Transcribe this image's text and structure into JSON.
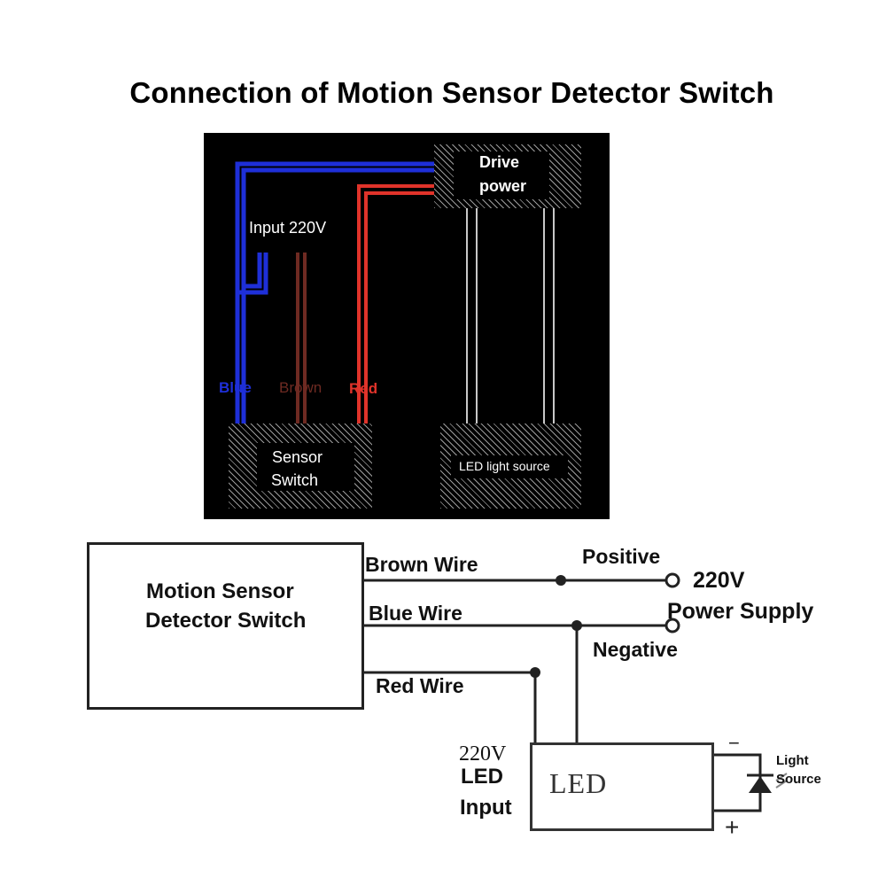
{
  "title": "Connection of Motion Sensor Detector Switch",
  "top_diagram": {
    "drive_power": [
      "Drive",
      "power"
    ],
    "input_label": "Input 220V",
    "wire_blue": "Blue",
    "wire_brown": "Brown",
    "wire_red": "Red",
    "sensor_switch": [
      "Sensor",
      "Switch"
    ],
    "led_source": "LED light source",
    "colors": {
      "blue": "#1e2fd8",
      "brown": "#6e2a22",
      "red": "#e0332a",
      "background": "#000000"
    }
  },
  "bottom_diagram": {
    "switch_box": [
      "Motion Sensor",
      "Detector Switch"
    ],
    "brown_wire": "Brown Wire",
    "blue_wire": "Blue Wire",
    "red_wire": "Red Wire",
    "positive": "Positive",
    "voltage": "220V",
    "power_supply": "Power Supply",
    "negative": "Negative",
    "led_input_voltage": "220V",
    "led_input_lines": [
      "LED",
      "Input"
    ],
    "led_box": "LED",
    "minus": "−",
    "plus": "+",
    "light_source": [
      "Light",
      "Source"
    ]
  }
}
